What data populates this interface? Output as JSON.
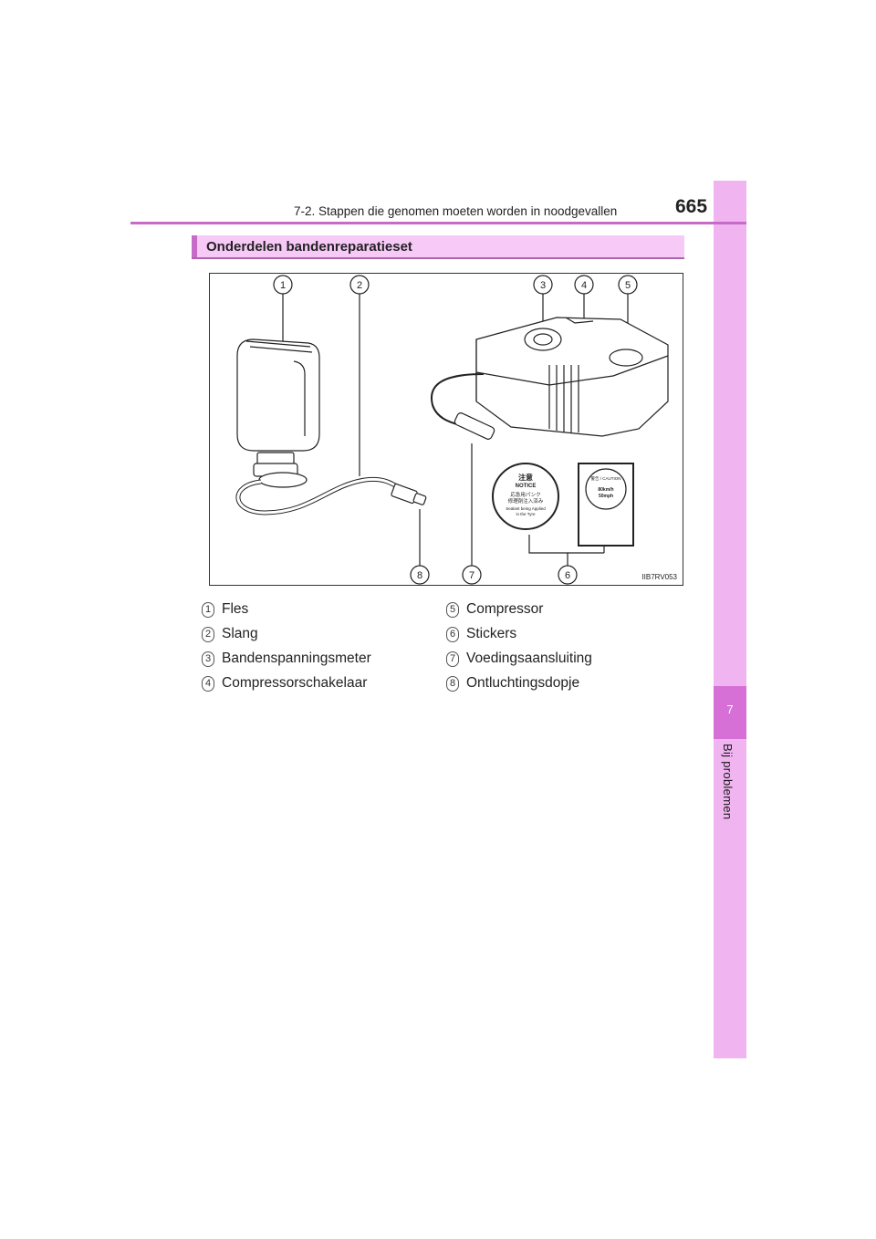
{
  "header": {
    "section": "7-2. Stappen die genomen moeten worden in noodgevallen",
    "page_number": "665"
  },
  "side_tab": {
    "chapter_number": "7",
    "chapter_title": "Bij problemen"
  },
  "heading": "Onderdelen bandenreparatieset",
  "figure": {
    "code": "IIB7RV053",
    "callouts": [
      "1",
      "2",
      "3",
      "4",
      "5",
      "6",
      "7",
      "8"
    ],
    "sticker_notice": {
      "title_jp": "注意",
      "title_en": "NOTICE",
      "line1_jp": "応急用パンク",
      "line2_jp": "修理剤注入済み",
      "line3_en": "Sealant being Applied",
      "line4_en": "in the Tyre"
    },
    "sticker_caution": {
      "title": "警告 / CAUTION",
      "speed1": "80km/h",
      "speed2": "50mph"
    }
  },
  "legend": [
    {
      "num": "1",
      "label": "Fles"
    },
    {
      "num": "2",
      "label": "Slang"
    },
    {
      "num": "3",
      "label": "Bandenspanningsmeter"
    },
    {
      "num": "4",
      "label": "Compressorschakelaar"
    },
    {
      "num": "5",
      "label": "Compressor"
    },
    {
      "num": "6",
      "label": "Stickers"
    },
    {
      "num": "7",
      "label": "Voedingsaansluiting"
    },
    {
      "num": "8",
      "label": "Ontluchtingsdopje"
    }
  ]
}
